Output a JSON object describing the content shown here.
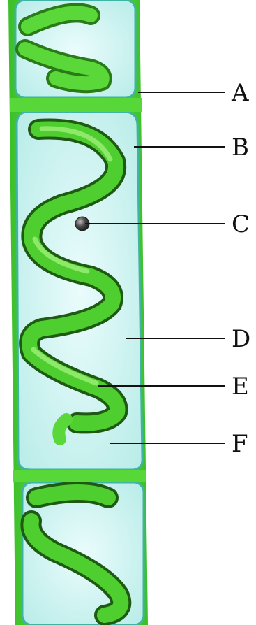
{
  "labels": {
    "a": "A",
    "b": "B",
    "c": "C",
    "d": "D",
    "e": "E",
    "f": "F"
  },
  "colors": {
    "cell_wall": "#5ad83a",
    "cell_wall_dark": "#3cbf2a",
    "cytoplasm": "#c2f0ee",
    "cytoplasm_light": "#e6fbfb",
    "membrane": "#3fb4a4",
    "chloroplast": "#3cc22a",
    "chloroplast_light": "#78e04e",
    "chloroplast_dark": "#1f5a12",
    "nucleus": "#3a3a3a",
    "leader_line": "#111111"
  }
}
